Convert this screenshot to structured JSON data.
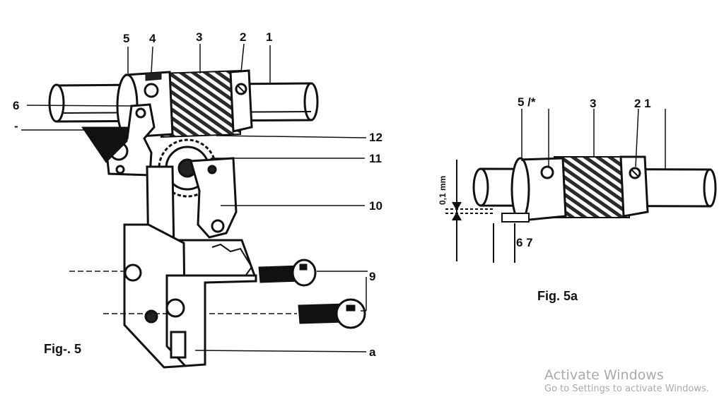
{
  "fig5": {
    "caption": "Fig-. 5",
    "labels": [
      "5",
      "4",
      "3",
      "2",
      "1",
      "6",
      "-",
      "12",
      "11",
      "10",
      "9",
      "a"
    ]
  },
  "fig5a": {
    "caption": "Fig. 5a",
    "labels": [
      "5 /*",
      "3",
      "2 1",
      "6 7"
    ],
    "gap_label": "0,1 mm"
  },
  "watermark": {
    "title": "Activate Windows",
    "subtitle": "Go to Settings to activate Windows."
  }
}
